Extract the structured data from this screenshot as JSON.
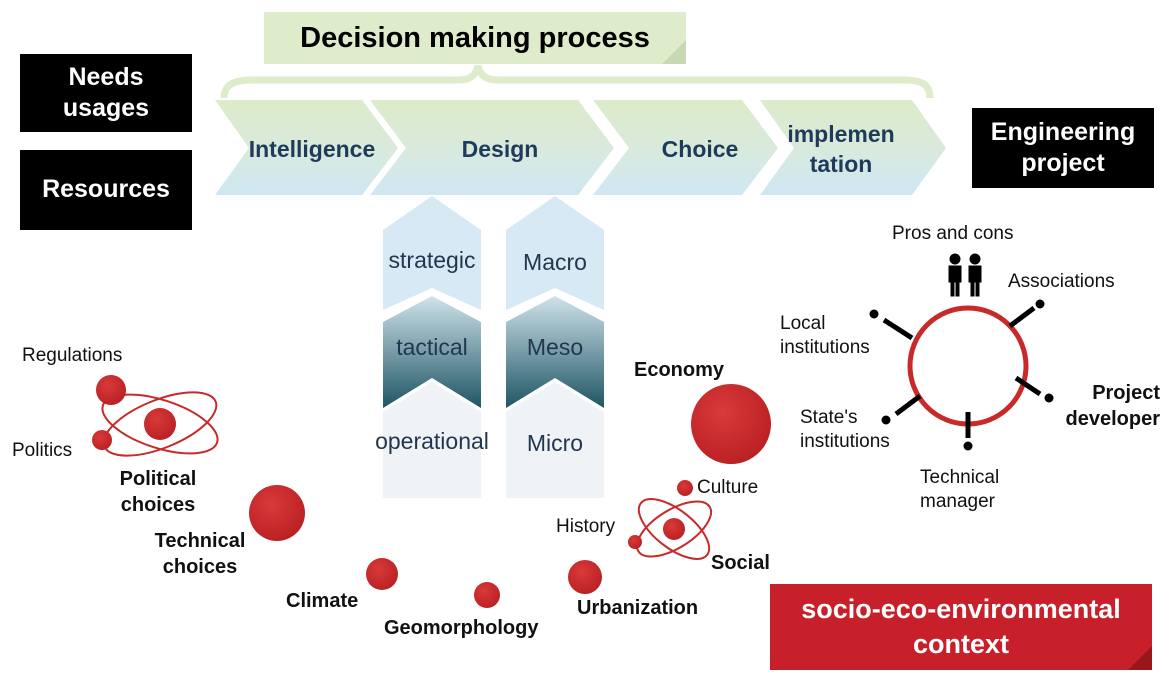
{
  "title": "Decision making process",
  "left_boxes": [
    "Needs usages",
    "Resources"
  ],
  "right_box": "Engineering project",
  "stages": [
    "Intelligence",
    "Design",
    "Choice",
    "implemen tation"
  ],
  "levels_left": [
    "strategic",
    "tactical",
    "operational"
  ],
  "levels_right": [
    "Macro",
    "Meso",
    "Micro"
  ],
  "stakeholders": {
    "top": "Pros and cons",
    "top_right": "Associations",
    "left": "Local institutions",
    "right": "Project developer",
    "bottom_left": "State's institutions",
    "bottom": "Technical manager"
  },
  "political": {
    "regulations": "Regulations",
    "politics": "Politics",
    "label": "Political choices"
  },
  "factors": {
    "technical": "Technical choices",
    "climate": "Climate",
    "geomorphology": "Geomorphology",
    "urbanization": "Urbanization",
    "economy": "Economy"
  },
  "social": {
    "culture": "Culture",
    "history": "History",
    "label": "Social"
  },
  "context": "socio-eco-environmental context",
  "colors": {
    "red": "#c82a2a",
    "green": "#dfeccc",
    "blue_light": "#d6e9f4",
    "teal_dark": "#1f5564",
    "black": "#000000"
  }
}
